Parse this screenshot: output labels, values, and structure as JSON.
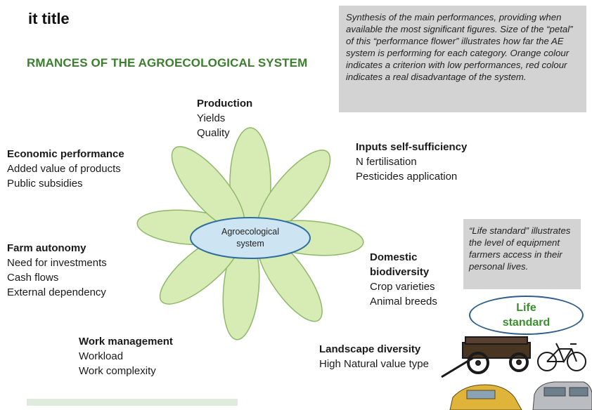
{
  "title": "it title",
  "subtitle": "RMANCES OF THE AGROECOLOGICAL SYSTEM",
  "note_main": "Synthesis of the main performances, providing when available the most significant figures. Size of the “petal” of this “performance flower” illustrates how far the AE system is performing for each category. Orange colour indicates a criterion with low performances, red colour indicates a real disadvantage of the system.",
  "center": {
    "line1": "Agroecological",
    "line2": "system"
  },
  "categories": {
    "production": {
      "head": "Production",
      "items": [
        "Yields",
        "Quality"
      ]
    },
    "inputs": {
      "head": "Inputs self-sufficiency",
      "items": [
        "N fertilisation",
        "Pesticides application"
      ]
    },
    "economic": {
      "head": "Economic performance",
      "items": [
        "Added value of products",
        "Public subsidies"
      ]
    },
    "autonomy": {
      "head": "Farm autonomy",
      "items": [
        "Need for investments",
        "Cash flows",
        "External dependency"
      ]
    },
    "domestic": {
      "head_lines": [
        "Domestic",
        "biodiversity"
      ],
      "items": [
        "Crop varieties",
        "Animal breeds"
      ]
    },
    "work": {
      "head": "Work management",
      "items": [
        "Workload",
        "Work complexity"
      ]
    },
    "landscape": {
      "head": "Landscape diversity",
      "items": [
        "High Natural value type"
      ]
    }
  },
  "note_life": "“Life standard” illustrates the level of equipment farmers access in their personal lives.",
  "life_standard": {
    "line1": "Life",
    "line2": "standard"
  },
  "equipment_icons": [
    "cart-icon",
    "bicycle-icon",
    "car-icon",
    "suv-icon"
  ],
  "colors": {
    "petal_fill": "#d6ecb4",
    "petal_stroke": "#8fb86a",
    "center_fill": "#cde4f2",
    "center_stroke": "#2f6f9f",
    "accent_green": "#3b7f2e"
  }
}
